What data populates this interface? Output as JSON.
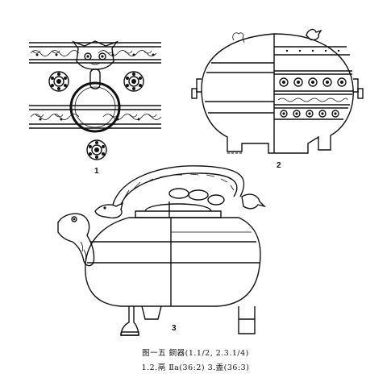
{
  "figure": {
    "labels": {
      "fig1": "1",
      "fig2": "2",
      "fig3": "3"
    },
    "caption_line1": "图一五  銅器(1.1/2, 2.3.1/4)",
    "caption_line2": "1.2.鬲 Ⅱa(36:2)  3.盉(36:3)"
  }
}
